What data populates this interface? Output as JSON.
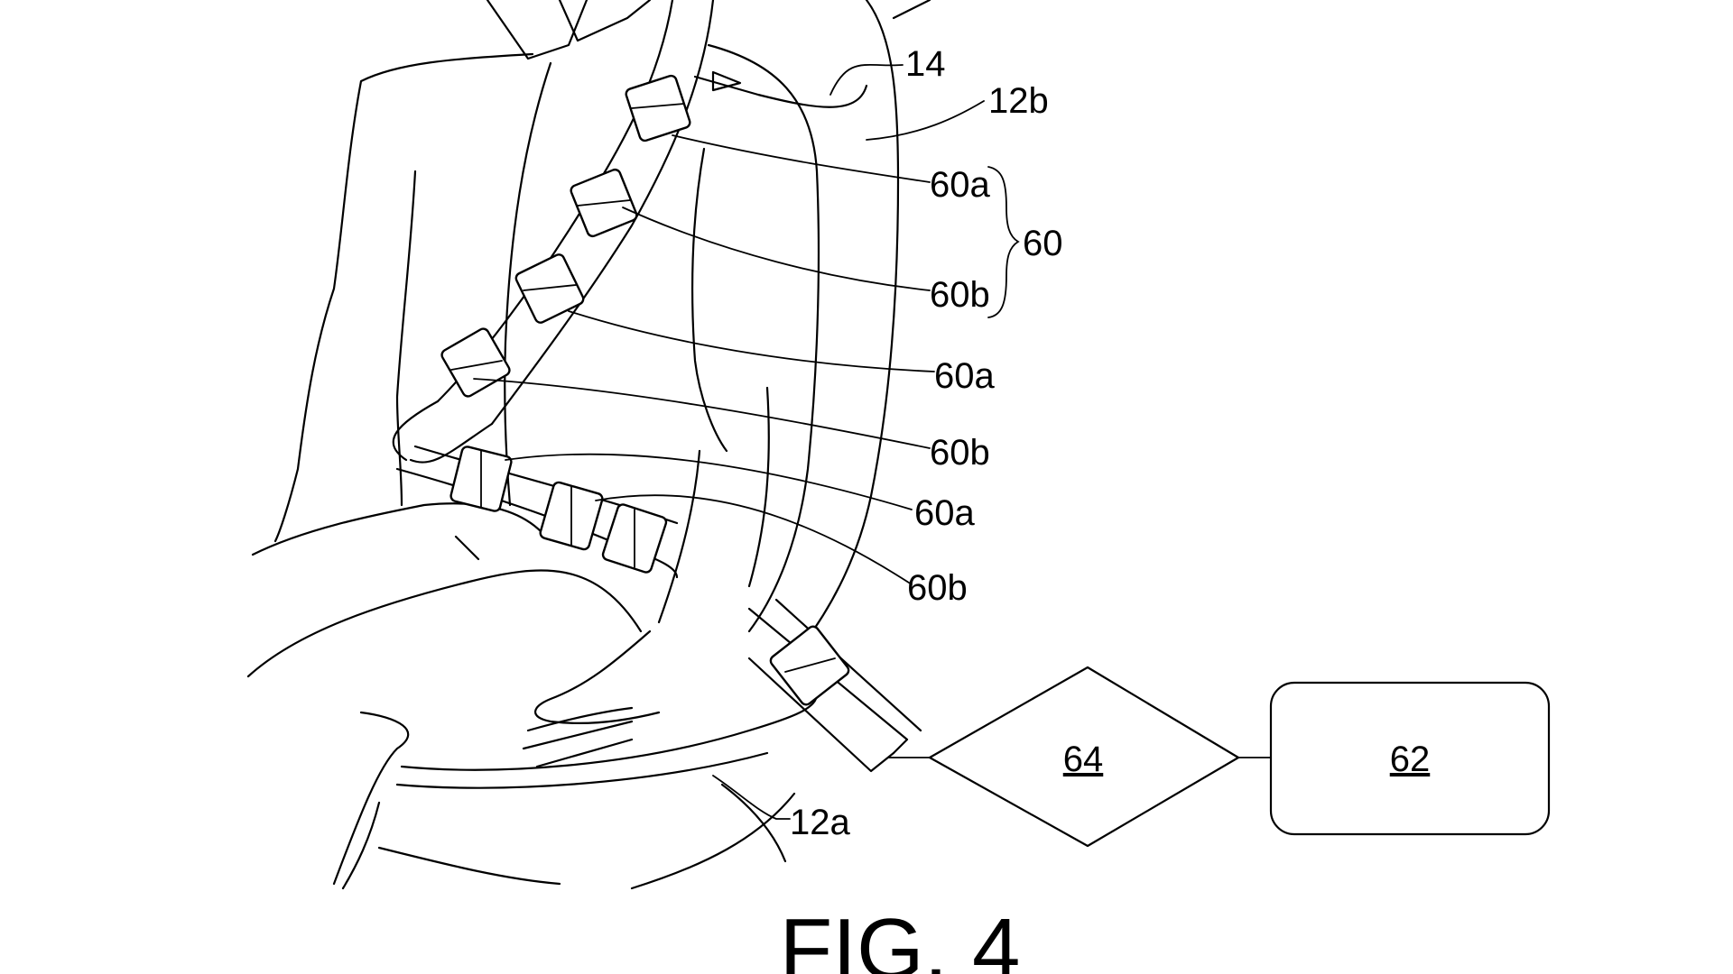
{
  "figure": {
    "caption": "FIG. 4",
    "labels": {
      "belt": "14",
      "seat_back": "12b",
      "seat_cushion": "12a",
      "sensor_group": "60",
      "sensor_a1": "60a",
      "sensor_b1": "60b",
      "sensor_a2": "60a",
      "sensor_b2": "60b",
      "sensor_a3": "60a",
      "sensor_b3": "60b"
    },
    "blocks": {
      "diamond": "64",
      "box": "62"
    }
  },
  "colors": {
    "ink": "#000000",
    "paper": "#ffffff"
  }
}
